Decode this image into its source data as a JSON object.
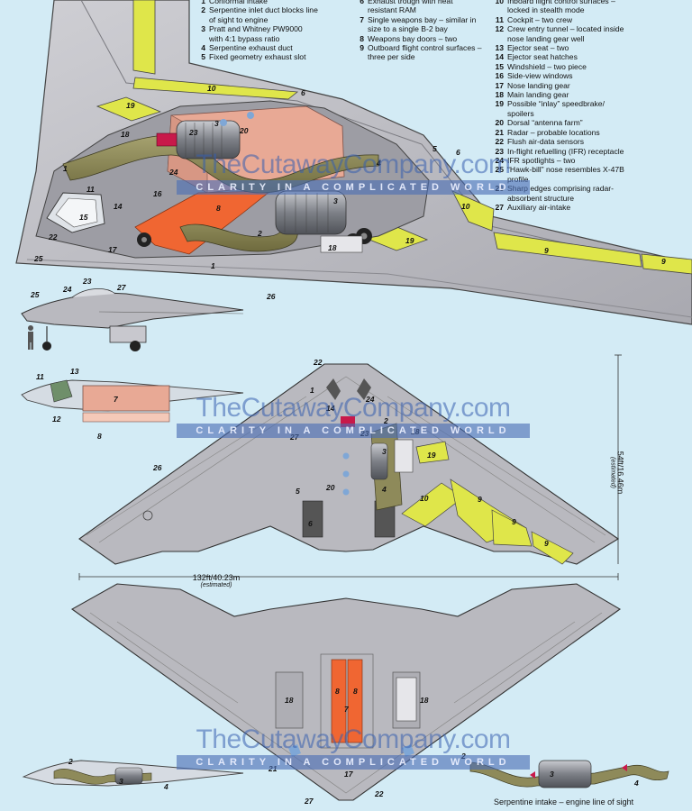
{
  "legend_left": [
    {
      "n": "1",
      "t": "Conformal intake"
    },
    {
      "n": "2",
      "t": "Serpentine inlet duct blocks line\nof sight to engine"
    },
    {
      "n": "3",
      "t": "Pratt and Whitney PW9000\nwith 4:1 bypass ratio"
    },
    {
      "n": "4",
      "t": "Serpentine exhaust duct"
    },
    {
      "n": "5",
      "t": "Fixed geometry exhaust slot"
    }
  ],
  "legend_mid": [
    {
      "n": "6",
      "t": "Exhaust trough with heat\nresistant RAM"
    },
    {
      "n": "7",
      "t": "Single weapons bay – similar in\nsize to a single B-2 bay"
    },
    {
      "n": "8",
      "t": "Weapons bay doors – two"
    },
    {
      "n": "9",
      "t": "Outboard flight control surfaces –\nthree per side"
    }
  ],
  "legend_right": [
    {
      "n": "10",
      "t": "Inboard flight control surfaces –\nlocked in stealth mode"
    },
    {
      "n": "11",
      "t": "Cockpit – two crew"
    },
    {
      "n": "12",
      "t": "Crew entry tunnel – located inside\nnose landing gear well"
    },
    {
      "n": "13",
      "t": "Ejector seat – two"
    },
    {
      "n": "14",
      "t": "Ejector seat hatches"
    },
    {
      "n": "15",
      "t": "Windshield – two piece"
    },
    {
      "n": "16",
      "t": "Side-view windows"
    },
    {
      "n": "17",
      "t": "Nose landing gear"
    },
    {
      "n": "18",
      "t": "Main landing gear"
    },
    {
      "n": "19",
      "t": "Possible “inlay” speedbrake/\nspoilers"
    },
    {
      "n": "20",
      "t": "Dorsal “antenna farm”"
    },
    {
      "n": "21",
      "t": "Radar – probable locations"
    },
    {
      "n": "22",
      "t": "Flush air-data sensors"
    },
    {
      "n": "23",
      "t": "In-flight refuelling (IFR) receptacle"
    },
    {
      "n": "24",
      "t": "IFR spotlights – two"
    },
    {
      "n": "25",
      "t": "“Hawk-bill” nose resembles X-47B\nprofile"
    },
    {
      "n": "26",
      "t": "Sharp edges comprising radar-\nabsorbent structure"
    },
    {
      "n": "27",
      "t": "Auxiliary air-intake"
    }
  ],
  "watermark": {
    "brand": "TheCutawayCompany.com",
    "tagline": "CLARITY IN A COMPLICATED WORLD"
  },
  "dimensions": {
    "span": "132ft/40.23m",
    "height": "54ft/16.46m",
    "estimated": "(estimated)"
  },
  "caption": "Serpentine intake – engine line of sight",
  "colors": {
    "background": "#d3ebf5",
    "airframe": "#b9b9bf",
    "control_surface": "#dfe64a",
    "weapons_bay": "#f06632",
    "duct": "#8e8a5a",
    "engine": "#8a8d93",
    "cutaway_bay": "#e8a995",
    "ifr": "#c8194a"
  }
}
